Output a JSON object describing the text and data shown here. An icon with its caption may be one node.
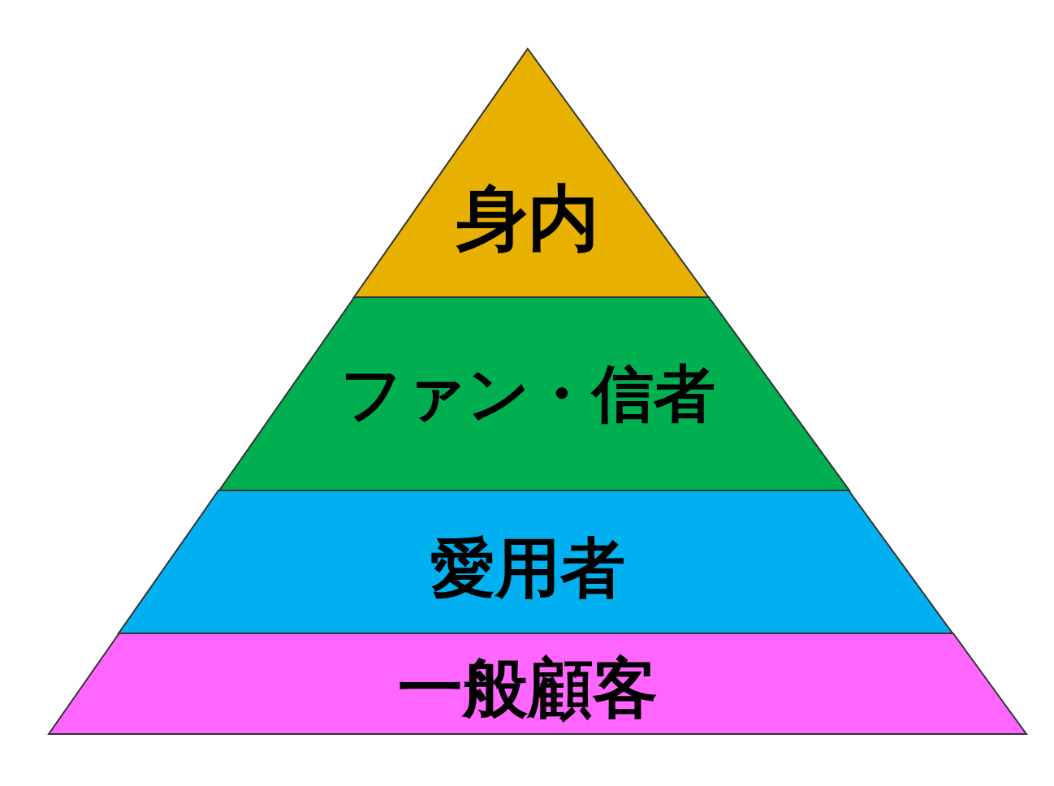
{
  "diagram": {
    "nodes": [
      {
        "text": [
          "身内"
        ]
      },
      {
        "text": [
          "ファン・信者"
        ]
      },
      {
        "text": [
          "愛用者"
        ]
      },
      {
        "text": [
          "一般顧客"
        ]
      }
    ]
  }
}
